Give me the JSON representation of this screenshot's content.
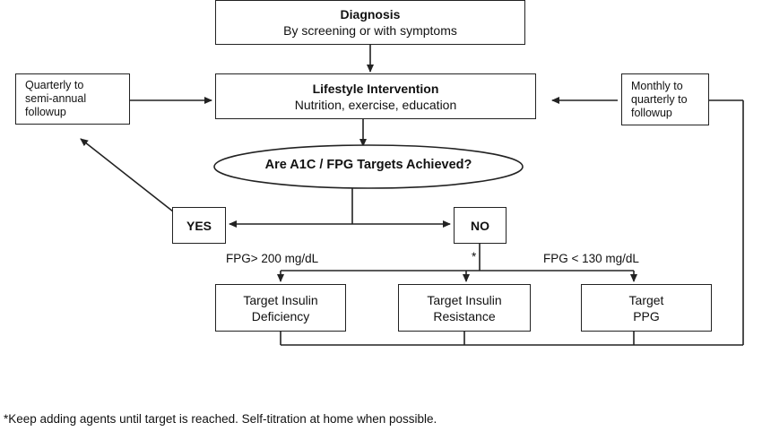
{
  "diagnosis": {
    "title": "Diagnosis",
    "subtitle": "By screening or with symptoms"
  },
  "lifestyle": {
    "title": "Lifestyle Intervention",
    "subtitle": "Nutrition, exercise, education"
  },
  "left_followup": {
    "line1": "Quarterly to",
    "line2": "semi-annual",
    "line3": "followup"
  },
  "right_followup": {
    "line1": "Monthly to",
    "line2": "quarterly to",
    "line3": "followup"
  },
  "decision": {
    "text": "Are A1C / FPG Targets Achieved?"
  },
  "yes": {
    "label": "YES"
  },
  "no": {
    "label": "NO"
  },
  "conditions": {
    "high": "FPG> 200 mg/dL",
    "asterisk": "*",
    "low": "FPG < 130 mg/dL"
  },
  "targets": {
    "t1": {
      "line1": "Target Insulin",
      "line2": "Deficiency"
    },
    "t2": {
      "line1": "Target Insulin",
      "line2": "Resistance"
    },
    "t3": {
      "line1": "Target",
      "line2": "PPG"
    }
  },
  "footnote": "*Keep adding agents until target is reached. Self-titration at home when possible."
}
